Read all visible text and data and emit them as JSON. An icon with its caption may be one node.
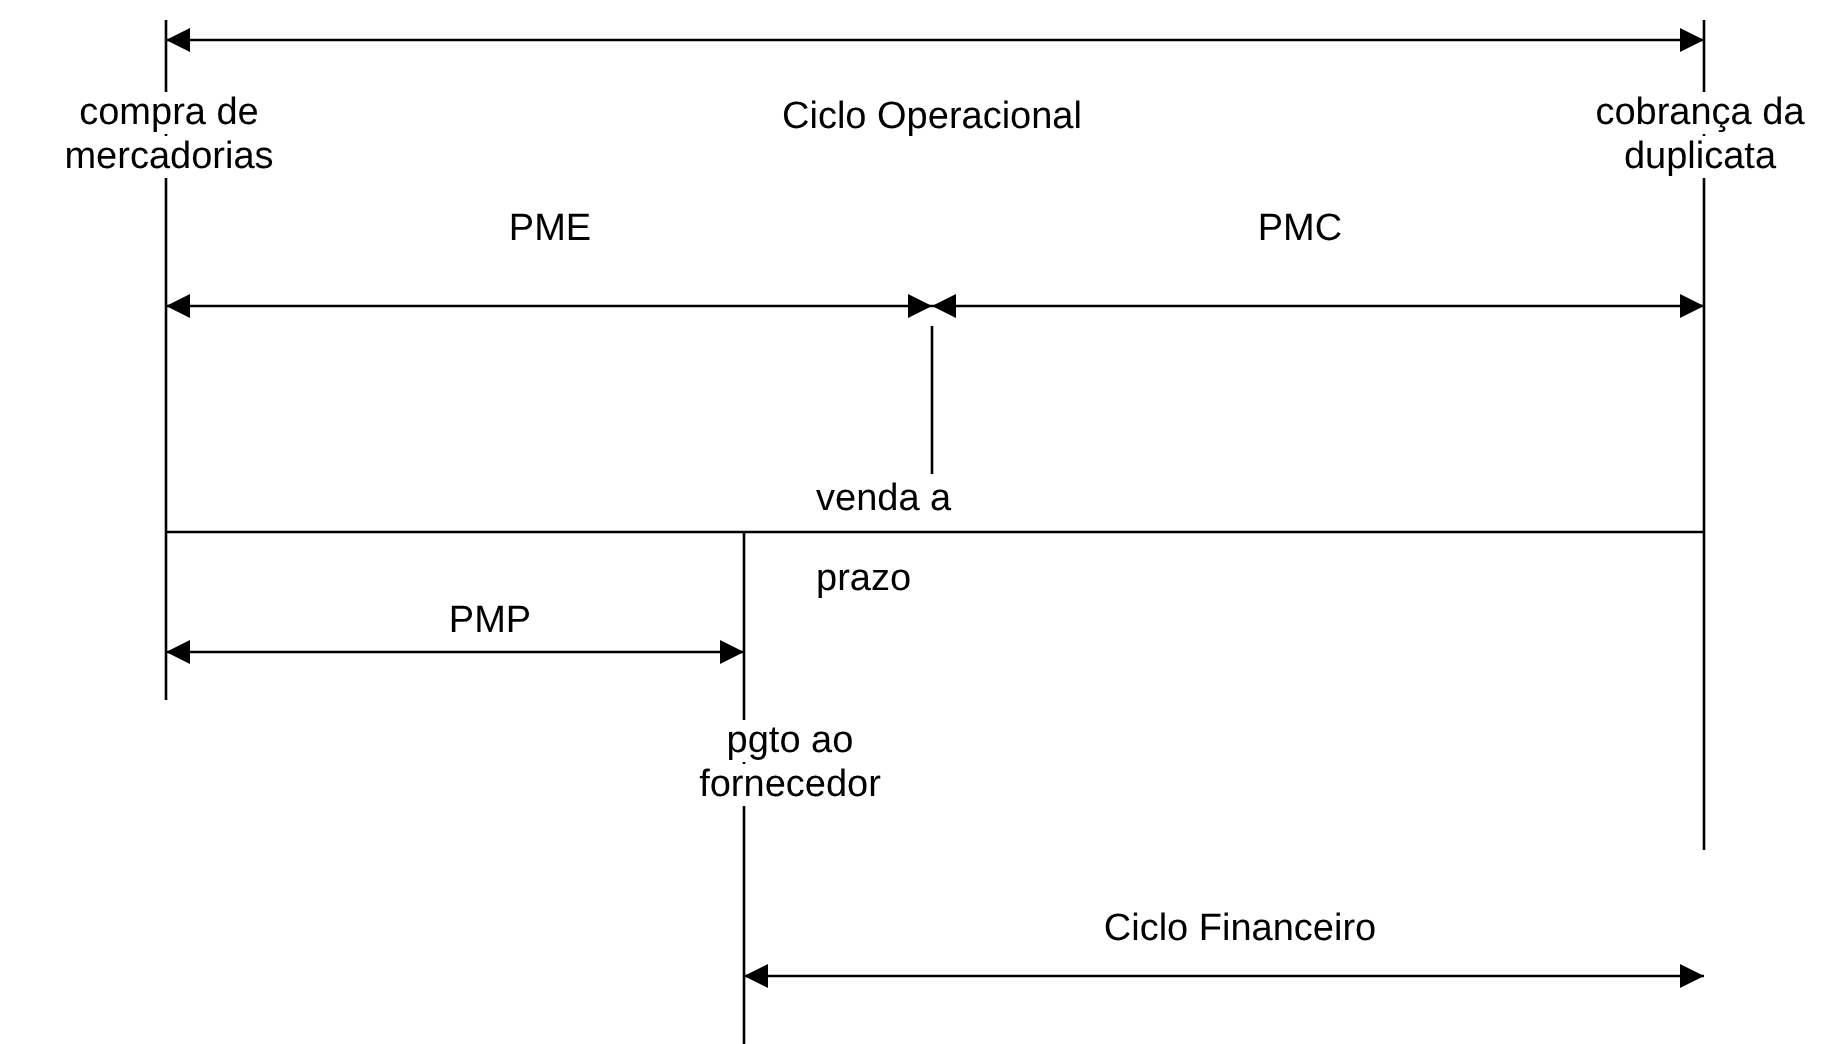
{
  "diagram": {
    "labels": [
      "Ciclo Operacional",
      "compra de mercadorias",
      "cobrança da duplicata",
      "PME",
      "PMC",
      "venda a prazo",
      "PMP",
      "pgto ao fornecedor",
      "Ciclo Financeiro"
    ]
  }
}
